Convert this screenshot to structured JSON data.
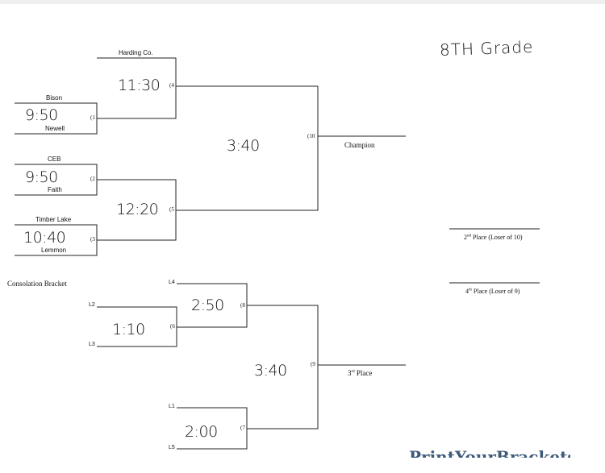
{
  "title_handwritten": "8TH Grade",
  "teams": {
    "harding": "Harding Co.",
    "bison": "Bison",
    "newell": "Newell",
    "ceb": "CEB",
    "faith": "Faith",
    "timber": "Timber Lake",
    "lemmon": "Lemmon"
  },
  "times": {
    "g1": "9:50",
    "g2": "9:50",
    "g3": "10:40",
    "g4": "11:30",
    "g5": "12:20",
    "g10": "3:40",
    "g6": "1:10",
    "g8": "2:50",
    "g7": "2:00",
    "g9": "3:40"
  },
  "game_numbers": {
    "g1": "(1",
    "g2": "(2",
    "g3": "(3",
    "g4": "(4",
    "g5": "(5",
    "g10": "(10",
    "g6": "(6",
    "g8": "(8",
    "g7": "(7",
    "g9": "(9"
  },
  "champion": "Champion",
  "consolation_title": "Consolation Bracket",
  "losers": {
    "l4": "L4",
    "l2": "L2",
    "l3": "L3",
    "l1": "L1",
    "l5": "L5"
  },
  "third_place": {
    "num": "3",
    "sup": "rd",
    "rest": " Place"
  },
  "second_place": {
    "num": "2",
    "sup": "nd",
    "rest": " Place (Loser of 10)"
  },
  "fourth_place": {
    "num": "4",
    "sup": "th",
    "rest": " Place (Loser of 9)"
  },
  "watermark": "PrintYourBrackets"
}
